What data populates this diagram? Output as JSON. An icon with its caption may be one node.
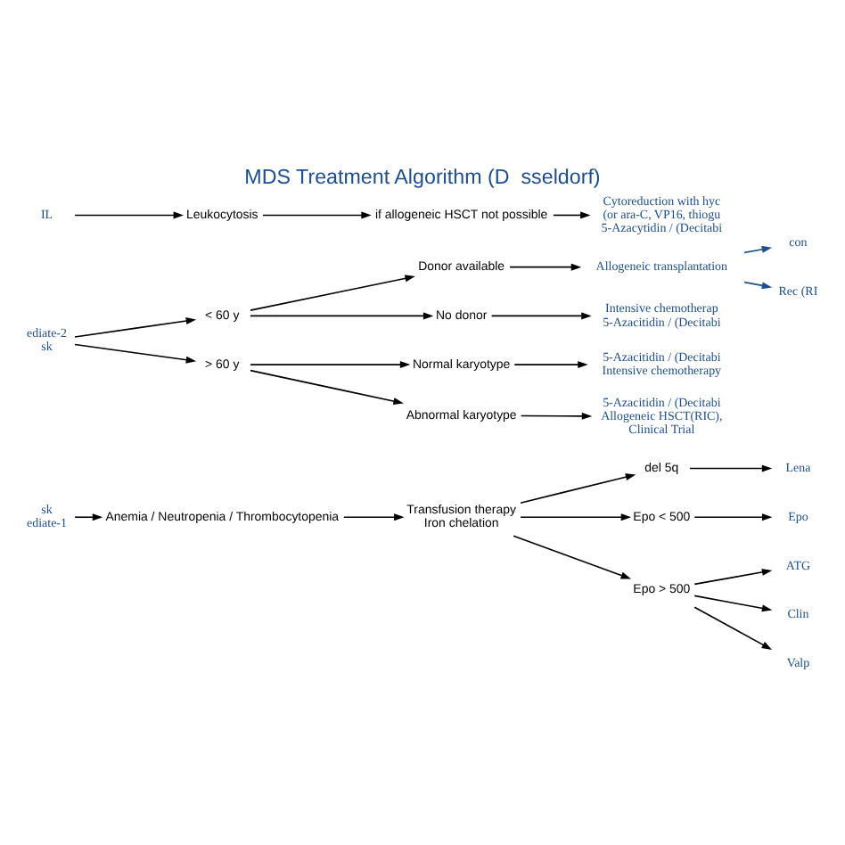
{
  "diagram": {
    "title": "MDS Treatment Algorithm (D  sseldorf)",
    "nodes": [
      {
        "text": [
          "sk",
          "ediate-1"
        ]
      },
      {
        "text": [
          "Anemia / Neutropenia / Thrombocytopenia"
        ]
      },
      {
        "text": [
          "Transfusion therapy",
          "Iron chelation"
        ]
      },
      {
        "text": [
          "del 5q"
        ]
      },
      {
        "text": [
          "Epo < 500"
        ]
      },
      {
        "text": [
          "Epo > 500"
        ]
      },
      {
        "text": [
          "Lena"
        ]
      },
      {
        "text": [
          "Epo"
        ]
      },
      {
        "text": [
          "ATG"
        ]
      },
      {
        "text": [
          "Clin"
        ]
      },
      {
        "text": [
          "Valp"
        ]
      },
      {
        "text": [
          "ediate-2",
          "sk"
        ]
      },
      {
        "text": [
          "< 60 y"
        ]
      },
      {
        "text": [
          "> 60 y"
        ]
      },
      {
        "text": [
          "Donor available"
        ]
      },
      {
        "text": [
          "No donor"
        ]
      },
      {
        "text": [
          "Normal karyotype"
        ]
      },
      {
        "text": [
          "Abnormal karyotype"
        ]
      },
      {
        "text": [
          "Allogeneic transplantation"
        ]
      },
      {
        "text": [
          "con"
        ]
      },
      {
        "text": [
          "Rec (RI"
        ]
      },
      {
        "text": [
          "Intensive chemotherap",
          "5-Azacitidin / (Decitabi"
        ]
      },
      {
        "text": [
          "5-Azacitidin / (Decitabi",
          "Intensive chemotherapy"
        ]
      },
      {
        "text": [
          "5-Azacitidin / (Decitabi",
          "Allogeneic HSCT(RIC),",
          "Clinical Trial"
        ]
      },
      {
        "text": [
          "IL"
        ]
      },
      {
        "text": [
          "Leukocytosis"
        ]
      },
      {
        "text": [
          "if allogeneic HSCT not possible"
        ]
      },
      {
        "text": [
          "Cytoreduction with hyc",
          "(or ara-C, VP16, thiogu",
          "5-Azacytidin / (Decitabi"
        ]
      }
    ],
    "edges": [
      {
        "from": 0,
        "to": 1,
        "arrow": "to"
      },
      {
        "from": 1,
        "to": 2,
        "arrow": "to"
      },
      {
        "from": 2,
        "to": 3,
        "arrow": "to"
      },
      {
        "from": 2,
        "to": 4,
        "arrow": "to"
      },
      {
        "from": 2,
        "to": 5,
        "arrow": "to"
      },
      {
        "from": 3,
        "to": 6,
        "arrow": "to"
      },
      {
        "from": 4,
        "to": 7,
        "arrow": "to"
      },
      {
        "from": 5,
        "to": 8,
        "arrow": "to"
      },
      {
        "from": 5,
        "to": 9,
        "arrow": "to"
      },
      {
        "from": 5,
        "to": 10,
        "arrow": "to"
      },
      {
        "from": 11,
        "to": 12,
        "arrow": "to"
      },
      {
        "from": 11,
        "to": 13,
        "arrow": "to"
      },
      {
        "from": 12,
        "to": 14,
        "arrow": "to"
      },
      {
        "from": 12,
        "to": 15,
        "arrow": "to"
      },
      {
        "from": 13,
        "to": 16,
        "arrow": "to"
      },
      {
        "from": 13,
        "to": 17,
        "arrow": "to"
      },
      {
        "from": 14,
        "to": 18,
        "arrow": "to"
      },
      {
        "from": 15,
        "to": 21,
        "arrow": "to"
      },
      {
        "from": 16,
        "to": 22,
        "arrow": "to"
      },
      {
        "from": 17,
        "to": 23,
        "arrow": "to"
      },
      {
        "from": 18,
        "to": 19,
        "arrow": "to",
        "color": "#1f4e8c"
      },
      {
        "from": 18,
        "to": 20,
        "arrow": "to",
        "color": "#1f4e8c"
      },
      {
        "from": 24,
        "to": 25,
        "arrow": "to"
      },
      {
        "from": 25,
        "to": 26,
        "arrow": "to"
      },
      {
        "from": 26,
        "to": 27,
        "arrow": "to"
      }
    ]
  }
}
